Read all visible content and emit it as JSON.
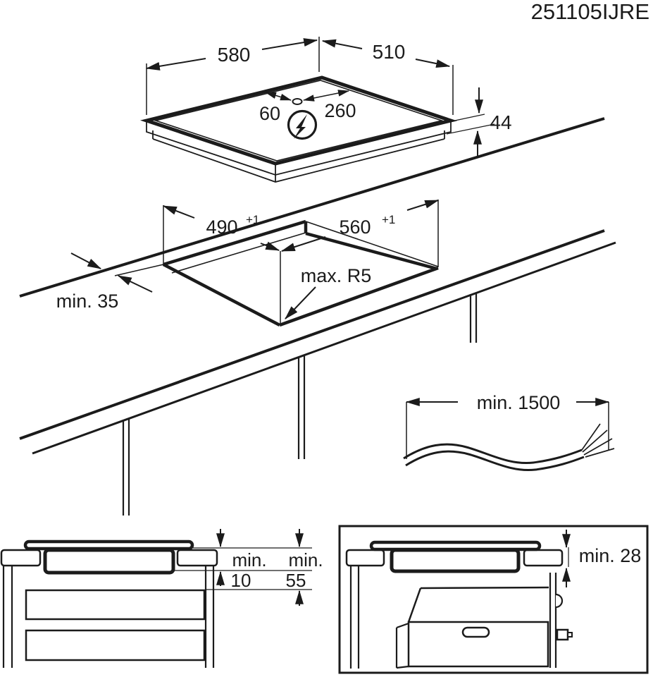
{
  "title_code": "251105IJRE",
  "colors": {
    "ink": "#1b1b1b",
    "paper": "#ffffff"
  },
  "hob_view": {
    "width": "580",
    "depth": "510",
    "cable_hole_from_back": "60",
    "cable_hole_from_right": "260",
    "height": "44"
  },
  "cutout_view": {
    "cutout_depth": "490",
    "cutout_depth_tol": "+1",
    "cutout_width": "560",
    "cutout_width_tol": "+1",
    "corner_radius": "max. R5",
    "rear_clearance": "min. 35"
  },
  "cable_view": {
    "cable_length": "min. 1500"
  },
  "drawer_view": {
    "gap_word": "min.",
    "gap_value": "10",
    "clearance_word": "min.",
    "clearance_value": "55"
  },
  "oven_view": {
    "gap": "min. 28"
  }
}
